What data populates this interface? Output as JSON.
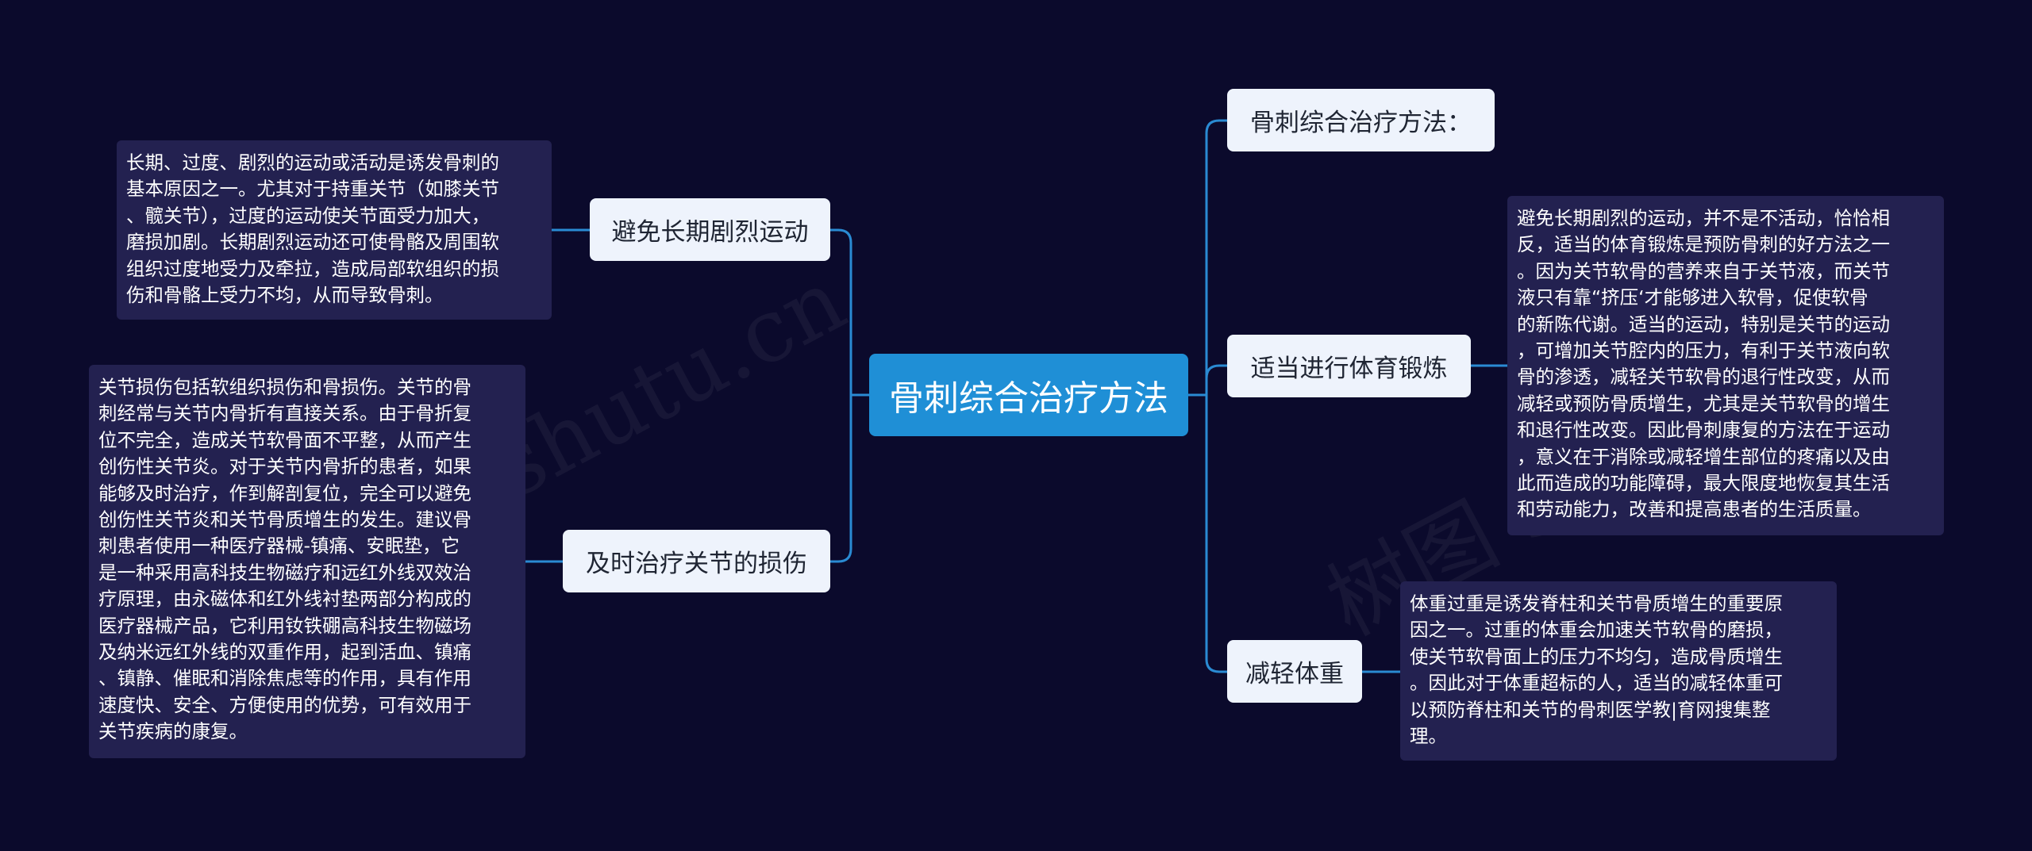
{
  "mindmap": {
    "central": "骨刺综合治疗方法",
    "left": [
      {
        "label": "避免长期剧烈运动",
        "note": "长期、过度、剧烈的运动或活动是诱发骨刺的\n基本原因之一。尤其对于持重关节（如膝关节\n、髋关节），过度的运动使关节面受力加大，\n磨损加剧。长期剧烈运动还可使骨骼及周围软\n组织过度地受力及牵拉，造成局部软组织的损\n伤和骨骼上受力不均，从而导致骨刺。"
      },
      {
        "label": "及时治疗关节的损伤",
        "note": "关节损伤包括软组织损伤和骨损伤。关节的骨\n刺经常与关节内骨折有直接关系。由于骨折复\n位不完全，造成关节软骨面不平整，从而产生\n创伤性关节炎。对于关节内骨折的患者，如果\n能够及时治疗，作到解剖复位，完全可以避免\n创伤性关节炎和关节骨质增生的发生。建议骨\n刺患者使用一种医疗器械-镇痛、安眠垫，它\n是一种采用高科技生物磁疗和远红外线双效治\n疗原理，由永磁体和红外线衬垫两部分构成的\n医疗器械产品，它利用钕铁硼高科技生物磁场\n及纳米远红外线的双重作用，起到活血、镇痛\n、镇静、催眠和消除焦虑等的作用，具有作用\n速度快、安全、方便使用的优势，可有效用于\n关节疾病的康复。"
      }
    ],
    "right": [
      {
        "label": "骨刺综合治疗方法：",
        "note": ""
      },
      {
        "label": "适当进行体育锻炼",
        "note": "避免长期剧烈的运动，并不是不活动，恰恰相\n反，适当的体育锻炼是预防骨刺的好方法之一\n。因为关节软骨的营养来自于关节液，而关节\n液只有靠“挤压‘才能够进入软骨，促使软骨\n的新陈代谢。适当的运动，特别是关节的运动\n，可增加关节腔内的压力，有利于关节液向软\n骨的渗透，减轻关节软骨的退行性改变，从而\n减轻或预防骨质增生，尤其是关节软骨的增生\n和退行性改变。因此骨刺康复的方法在于运动\n，意义在于消除或减轻增生部位的疼痛以及由\n此而造成的功能障碍，最大限度地恢复其生活\n和劳动能力，改善和提高患者的生活质量。"
      },
      {
        "label": "减轻体重",
        "note": "体重过重是诱发脊柱和关节骨质增生的重要原\n因之一。过重的体重会加速关节软骨的磨损，\n使关节软骨面上的压力不均匀，造成骨质增生\n。因此对于体重超标的人，适当的减轻体重可\n以预防脊柱和关节的骨刺医学教|育网搜集整\n理。"
      }
    ],
    "colors": {
      "background": "#0b0a2c",
      "central_fill": "#1f8fd6",
      "branch_fill": "#eef3fc",
      "note_fill": "#232150",
      "connector": "#2a8bd3"
    },
    "watermark": [
      "shutu.cn",
      "树图 sh"
    ]
  }
}
